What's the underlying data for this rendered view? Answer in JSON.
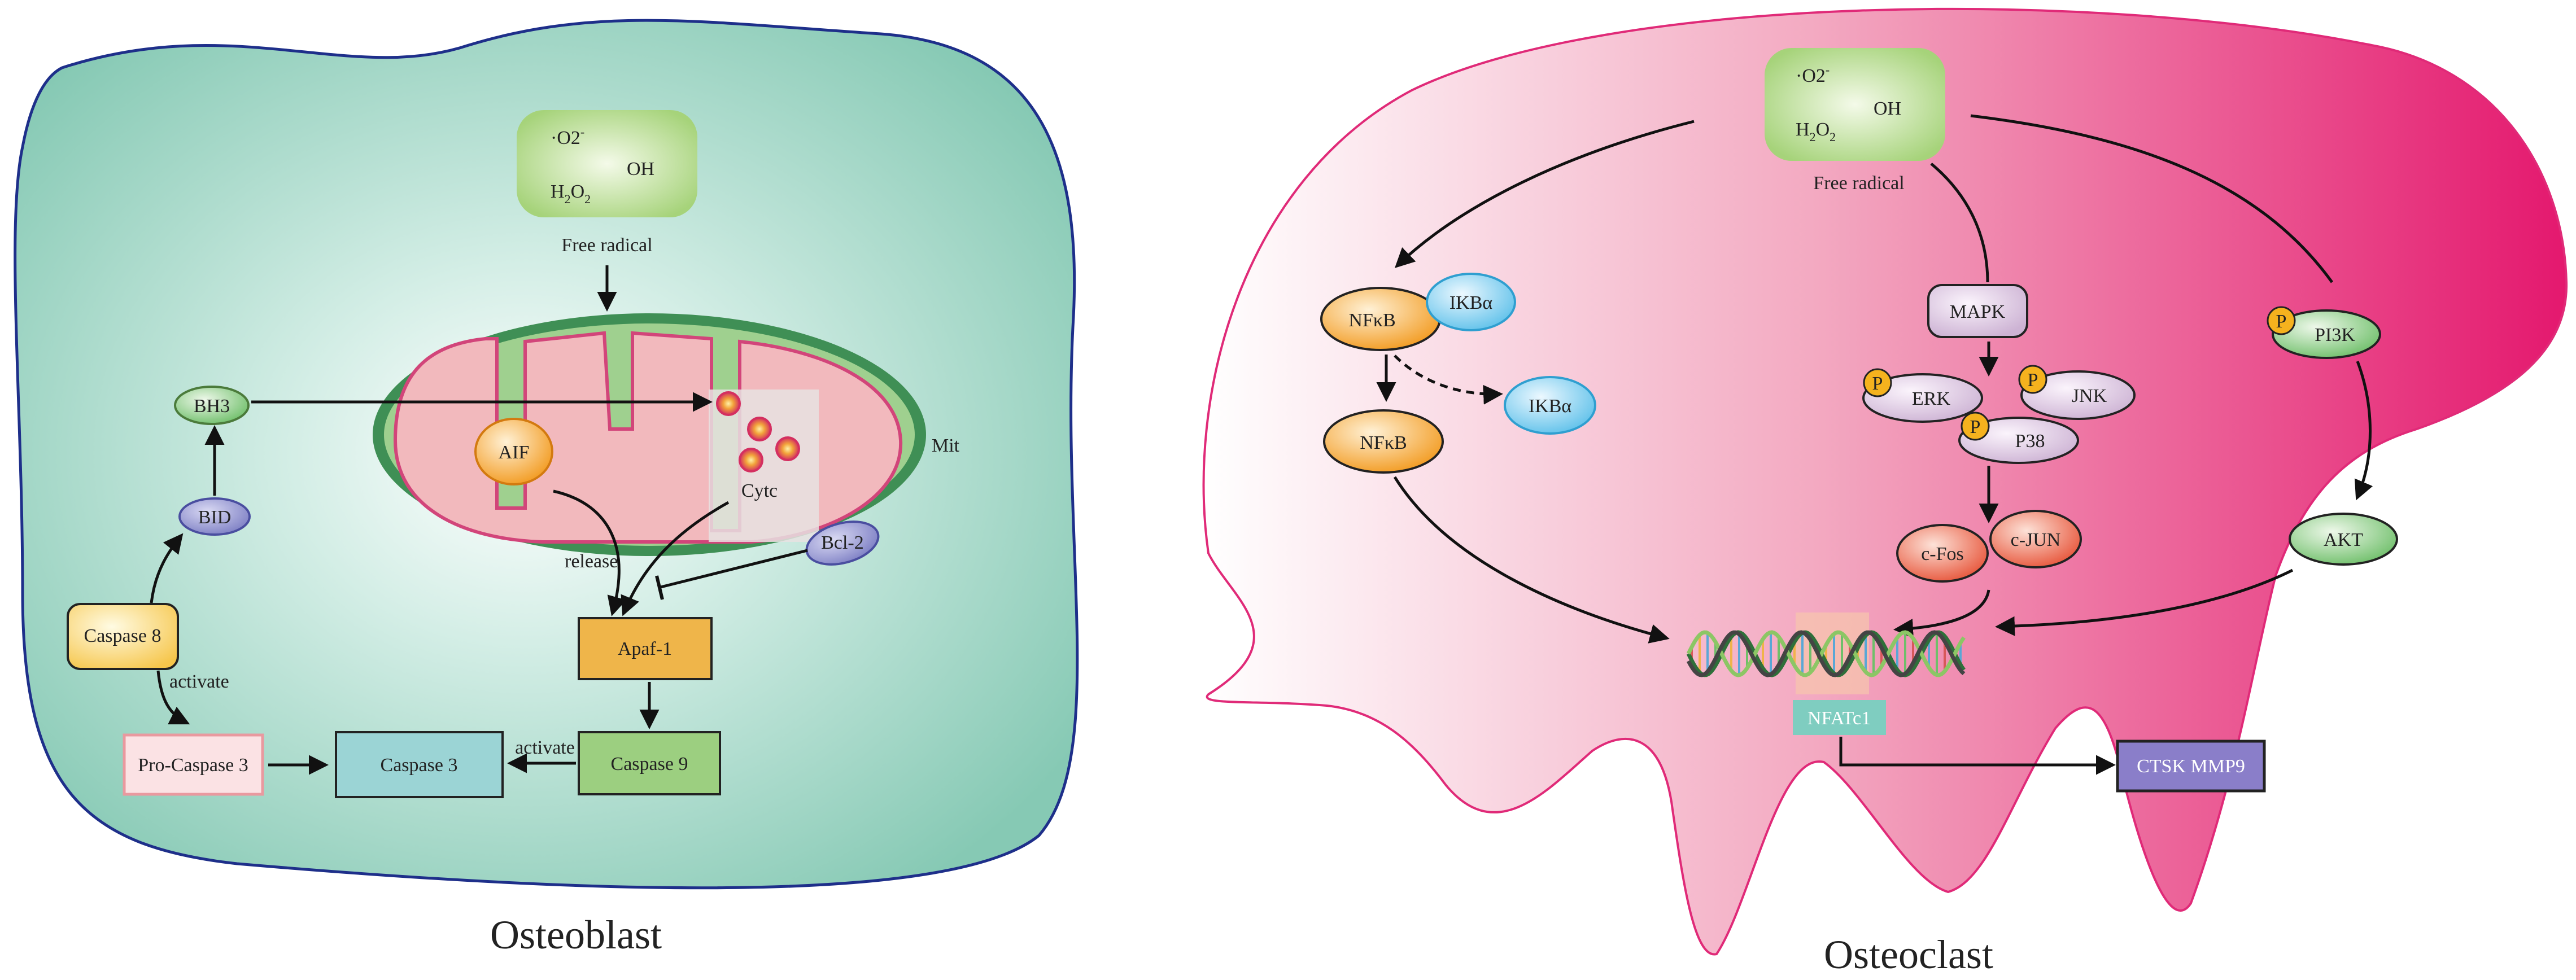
{
  "osteoblast": {
    "cell_label": "Osteoblast",
    "free_radical": {
      "o2": "O2",
      "o2_sup": "-",
      "h2o2": "H",
      "h2o2_sub1": "2",
      "h2o2_mid": "O",
      "h2o2_sub2": "2",
      "oh": "OH",
      "label": "Free radical"
    },
    "mitochondrion": "Mit",
    "aif": "AIF",
    "cytc": "Cytc",
    "bcl2": "Bcl-2",
    "bh3": "BH3",
    "bid": "BID",
    "caspase8": "Caspase 8",
    "activate1": "activate",
    "release": "release",
    "apaf1": "Apaf-1",
    "procaspase3": "Pro-Caspase 3",
    "caspase3": "Caspase 3",
    "activate2": "activate",
    "caspase9": "Caspase 9"
  },
  "osteoclast": {
    "cell_label": "Osteoclast",
    "free_radical": {
      "o2": "O2",
      "o2_sup": "-",
      "h2o2": "H",
      "h2o2_sub1": "2",
      "h2o2_mid": "O",
      "h2o2_sub2": "2",
      "oh": "OH",
      "label": "Free radical"
    },
    "nfkb1": "NFκB",
    "ikba1": "IKBα",
    "ikba2": "IKBα",
    "nfkb2": "NFκB",
    "mapk": "MAPK",
    "erk": "ERK",
    "jnk": "JNK",
    "p38": "P38",
    "p_mark": "P",
    "cfos": "c-Fos",
    "cjun": "c-JUN",
    "pi3k": "PI3K",
    "akt": "AKT",
    "nfatc1": "NFATc1",
    "targets": "CTSK  MMP9"
  },
  "colors": {
    "osteoblast_fill": "#8fcfbd",
    "osteoclast_fill": "#e8287a",
    "mito_outer": "#3f8f55",
    "mito_inner": "#f3b9bd",
    "ros_box": "#a9d57e"
  }
}
